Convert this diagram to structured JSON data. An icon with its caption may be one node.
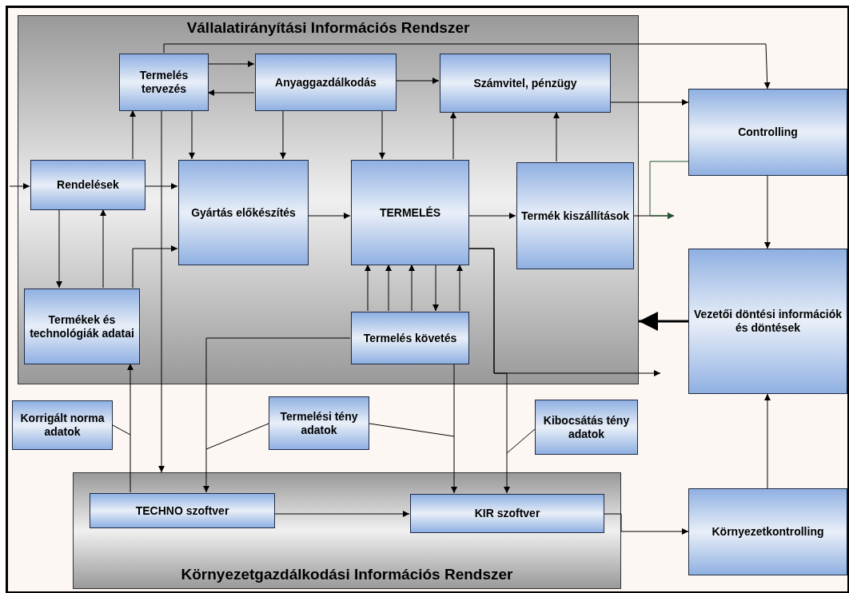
{
  "diagram": {
    "nodes": [
      {
        "text": [
          "Vállalatirányítási Információs Rendszer"
        ]
      },
      {
        "text": [
          "Termelés tervezés"
        ],
        "in": 0
      },
      {
        "text": [
          "Anyaggazdálkodás"
        ],
        "in": 0
      },
      {
        "text": [
          "Számvitel, pénzügy"
        ],
        "in": 0
      },
      {
        "text": [
          "Rendelések"
        ],
        "in": 0
      },
      {
        "text": [
          "Gyártás előkészítés"
        ],
        "in": 0
      },
      {
        "text": [
          "TERMELÉS"
        ],
        "in": 0
      },
      {
        "text": [
          "Termék kiszállítások"
        ],
        "in": 0
      },
      {
        "text": [
          "Termékek és technológiák adatai"
        ],
        "in": 0
      },
      {
        "text": [
          "Termelés követés"
        ],
        "in": 0
      },
      {
        "text": [
          "Controlling"
        ]
      },
      {
        "text": [
          "Vezetői döntési információk és döntések"
        ]
      },
      {
        "text": [
          "Korrigált norma adatok"
        ]
      },
      {
        "text": [
          "Termelési tény adatok"
        ]
      },
      {
        "text": [
          "Kibocsátás tény adatok"
        ]
      },
      {
        "text": [
          "Környezetgazdálkodási Információs Rendszer"
        ]
      },
      {
        "text": [
          "TECHNO szoftver"
        ],
        "in": 15
      },
      {
        "text": [
          "KIR szoftver"
        ],
        "in": 15
      },
      {
        "text": [
          "Környezetkontrolling"
        ]
      }
    ],
    "edges": [
      {
        "from": null,
        "to": 4,
        "arrow": "to"
      },
      {
        "from": 1,
        "to": 2,
        "arrow": "to"
      },
      {
        "from": 2,
        "to": 1,
        "arrow": "to"
      },
      {
        "from": 2,
        "to": 3,
        "arrow": "to"
      },
      {
        "from": 1,
        "to": 10,
        "arrow": "to"
      },
      {
        "from": 3,
        "to": 10,
        "arrow": "to"
      },
      {
        "from": 4,
        "to": 1,
        "arrow": "to"
      },
      {
        "from": 4,
        "to": 5,
        "arrow": "to"
      },
      {
        "from": 1,
        "to": 5,
        "arrow": "to"
      },
      {
        "from": 2,
        "to": 5,
        "arrow": "to"
      },
      {
        "from": 2,
        "to": 6,
        "arrow": "to"
      },
      {
        "from": 5,
        "to": 6,
        "arrow": "to"
      },
      {
        "from": 6,
        "to": 3,
        "arrow": "to"
      },
      {
        "from": 7,
        "to": 3,
        "arrow": "to"
      },
      {
        "from": 6,
        "to": 7,
        "arrow": "to"
      },
      {
        "from": 7,
        "to": null,
        "arrow": "to"
      },
      {
        "from": 10,
        "to": null,
        "arrow": "to",
        "color": "#1e5631"
      },
      {
        "from": 4,
        "to": 8,
        "arrow": "to"
      },
      {
        "from": 8,
        "to": 4,
        "arrow": "to"
      },
      {
        "from": 8,
        "to": 5,
        "arrow": "to"
      },
      {
        "from": 9,
        "to": 6,
        "arrow": "to"
      },
      {
        "from": 9,
        "to": 6,
        "arrow": "to"
      },
      {
        "from": 9,
        "to": 6,
        "arrow": "to"
      },
      {
        "from": 6,
        "to": 9,
        "arrow": "to"
      },
      {
        "from": 9,
        "to": 6,
        "arrow": "to"
      },
      {
        "from": 6,
        "to": null,
        "arrow": "to"
      },
      {
        "from": 6,
        "to": 17,
        "arrow": "to"
      },
      {
        "from": 9,
        "to": 17,
        "arrow": "to"
      },
      {
        "from": 9,
        "to": 16,
        "arrow": "to"
      },
      {
        "from": 1,
        "to": 15,
        "arrow": "to"
      },
      {
        "from": 16,
        "to": 8,
        "arrow": "to"
      },
      {
        "from": 16,
        "to": 17,
        "arrow": "to"
      },
      {
        "from": 17,
        "to": 18,
        "arrow": "to"
      },
      {
        "from": 18,
        "to": 11,
        "arrow": "to"
      },
      {
        "from": 10,
        "to": 11,
        "arrow": "to"
      },
      {
        "from": 11,
        "to": 0,
        "arrow": "to",
        "style": "thick"
      },
      {
        "from": 12,
        "to": null,
        "arrow": "none"
      },
      {
        "from": 13,
        "to": null,
        "arrow": "none"
      },
      {
        "from": 13,
        "to": null,
        "arrow": "none"
      },
      {
        "from": 14,
        "to": null,
        "arrow": "none"
      }
    ]
  }
}
